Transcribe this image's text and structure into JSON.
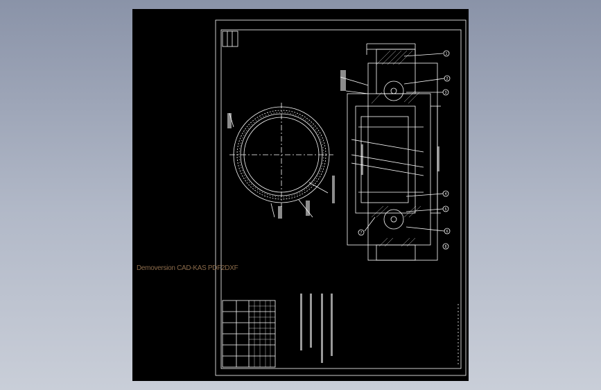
{
  "app": {
    "background_color": "#98a0b3",
    "viewport_color": "#000000",
    "line_color": "#ffffff",
    "watermark_color": "#8a6a4a"
  },
  "watermark": {
    "text": "Demoversion CAD-KAS PDF2DXF"
  },
  "drawing": {
    "type": "slewing-ring-bearing-drawing",
    "balloons": [
      "1",
      "2",
      "3",
      "4",
      "5",
      "6",
      "7",
      "8"
    ]
  }
}
